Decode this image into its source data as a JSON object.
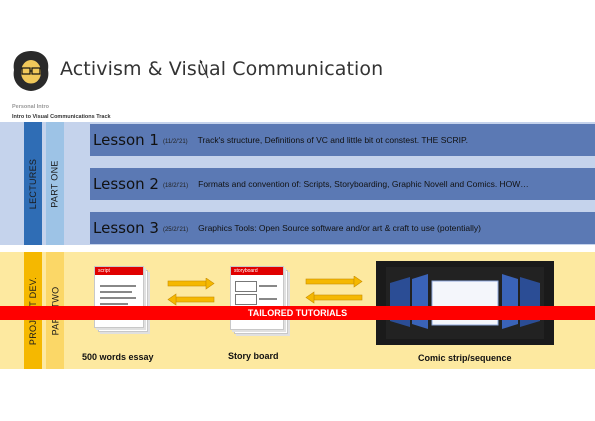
{
  "header": {
    "title": "Activism & Visual Communication",
    "personal_intro": "Personal Intro",
    "track_intro": "Intro to Visual Communications Track"
  },
  "part_one": {
    "section_label": "LECTURES",
    "part_label": "PART ONE",
    "lessons": [
      {
        "label": "Lesson 1",
        "date": "(11/2/'21)",
        "description": "Track's structure, Definitions of VC and little bit ot constest. THE SCRIP."
      },
      {
        "label": "Lesson 2",
        "date": "(18/2/'21)",
        "description": "Formats and convention of: Scripts, Storyboarding, Graphic Novell and Comics. HOW…"
      },
      {
        "label": "Lesson 3",
        "date": "(25/2/'21)",
        "description": "Graphics Tools: Open Source software and/or art & craft to use (potentially)"
      }
    ]
  },
  "part_two": {
    "section_label": "PROJECT DEV.",
    "part_label": "PART TWO",
    "tailored_label": "TAILORED TUTORIALS",
    "script_tag": "script",
    "storyboard_tag": "storyboard",
    "captions": {
      "essay": "500 words essay",
      "storyboard": "Story board",
      "comic": "Comic strip/sequence"
    }
  },
  "colors": {
    "lesson_bar": "#5b79b4",
    "lecture_band": "#c5d3ec",
    "lectures_bar": "#2f6db5",
    "part_one_bar": "#9dc3e6",
    "project_band": "#fde9a0",
    "project_bar": "#f5b800",
    "part_two_bar": "#fbd767",
    "tailored": "#ff0000",
    "arrow": "#f5b800"
  },
  "icons": [
    "avatar-illustration",
    "arrow-right-icon",
    "arrow-left-icon"
  ]
}
